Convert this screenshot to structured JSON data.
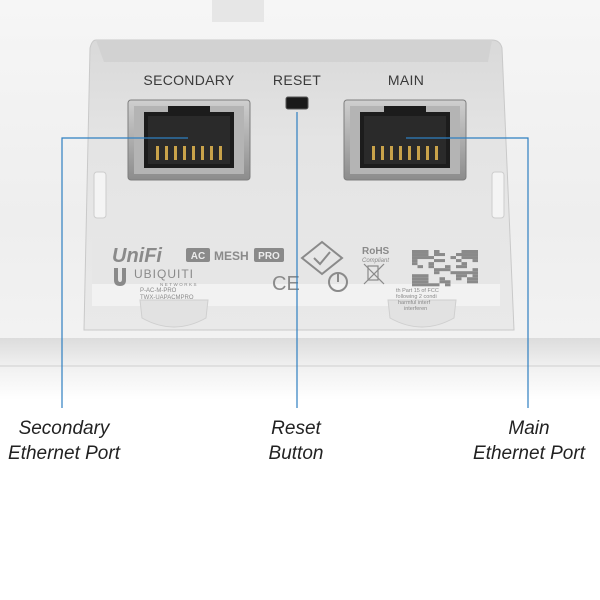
{
  "device": {
    "port_labels": {
      "secondary": "SECONDARY",
      "reset": "RESET",
      "main": "MAIN"
    },
    "brand_line": {
      "unifi": "UniFi",
      "ac": "AC",
      "mesh": "MESH",
      "pro": "PRO"
    },
    "maker": "UBIQUITI",
    "maker_sub": "NETWORKS",
    "model_text": [
      "P-AC-M-PRO",
      "TWX-UAPACMPRO"
    ],
    "rohs": "RoHS",
    "rohs_sub": "Compliant",
    "ce_mark": "CE",
    "fcc_text": [
      "th Part 15 of FCC",
      "following 2 condi",
      "harmful interf",
      "interferen"
    ]
  },
  "callouts": {
    "secondary": {
      "line1": "Secondary",
      "line2": "Ethernet Port"
    },
    "reset": {
      "line1": "Reset",
      "line2": "Button"
    },
    "main": {
      "line1": "Main",
      "line2": "Ethernet Port"
    }
  },
  "colors": {
    "leader": "#2e7fc1",
    "housing": "#ececec",
    "port_metal": "#9a9a9a",
    "port_pin": "#c8a24a"
  }
}
